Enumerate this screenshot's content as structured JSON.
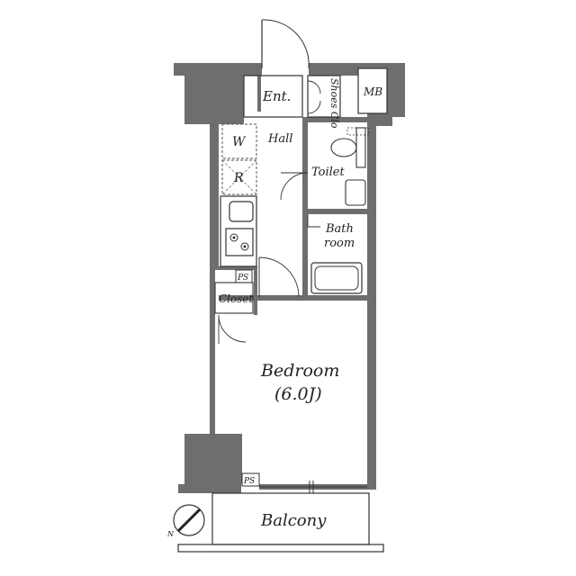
{
  "labels": {
    "entrance": "Ent.",
    "shoes_closet": "Shoes Clo",
    "meter_box": "MB",
    "hall": "Hall",
    "washer": "W",
    "fridge": "R",
    "toilet": "Toilet",
    "bathroom_line1": "Bath",
    "bathroom_line2": "room",
    "pipe_space_upper": "PS",
    "closet": "Closet",
    "bedroom": "Bedroom",
    "bedroom_size": "(6.0J)",
    "pipe_space_lower": "PS",
    "balcony": "Balcony",
    "compass_north": "N"
  },
  "colors": {
    "wall": "#6e6e6e",
    "line": "#333333",
    "background": "#ffffff"
  }
}
